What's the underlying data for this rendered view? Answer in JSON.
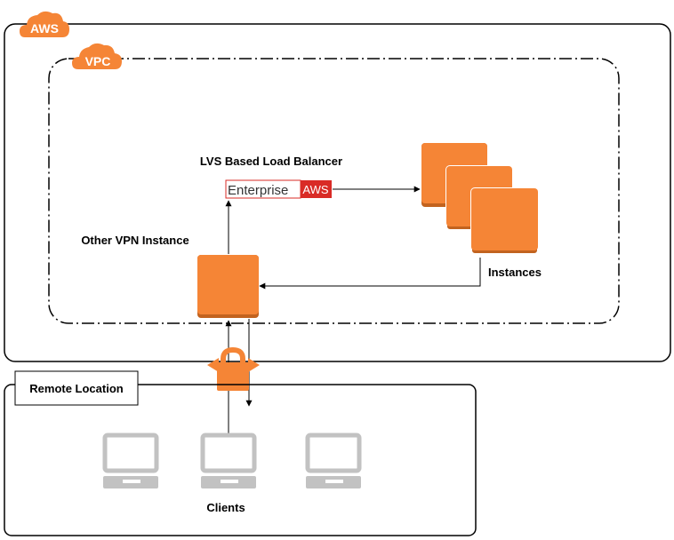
{
  "aws_badge": "AWS",
  "vpc_badge": "VPC",
  "load_balancer": {
    "title": "LVS Based Load Balancer",
    "logo_left": "Enterprise",
    "logo_right": "AWS"
  },
  "vpn_instance_label": "Other VPN Instance",
  "instances_label": "Instances",
  "remote_location_label": "Remote Location",
  "clients_label": "Clients",
  "colors": {
    "aws_orange": "#F58536",
    "client_gray": "#C2C2C2",
    "enterprise_red": "#D92B26"
  }
}
